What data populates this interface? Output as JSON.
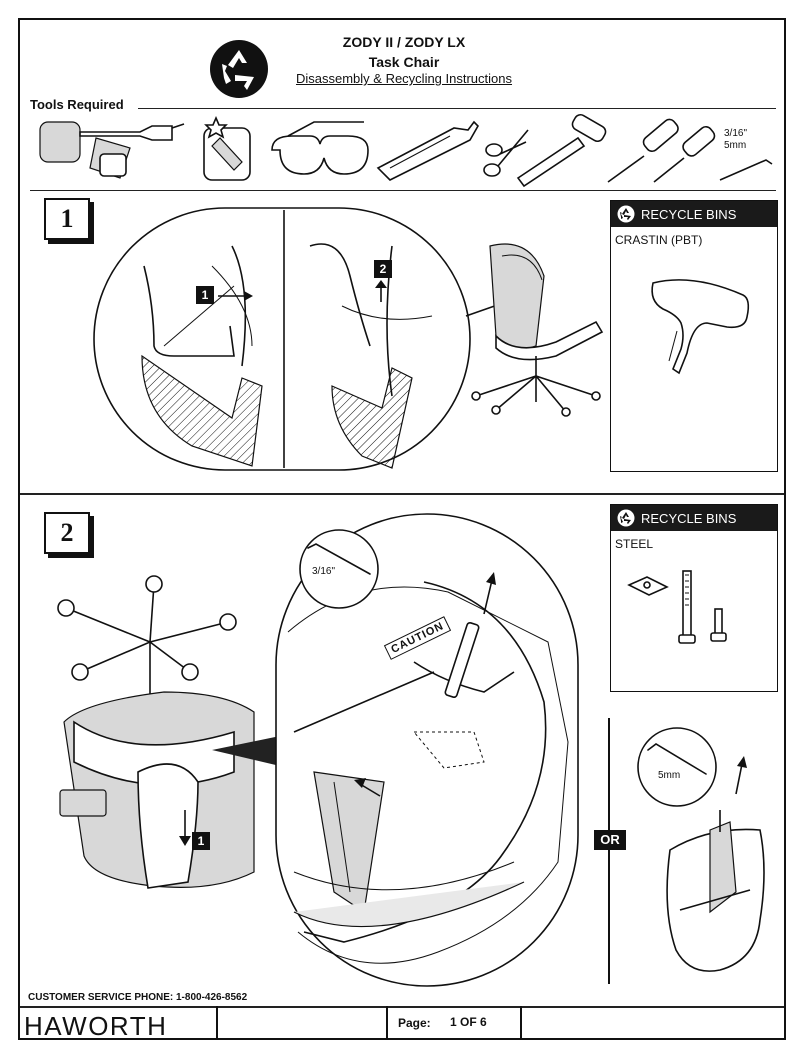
{
  "header": {
    "product": "ZODY II / ZODY LX",
    "subtitle": "Task Chair",
    "instructions_link": "Disassembly & Recycling Instructions"
  },
  "tools": {
    "label": "Tools Required",
    "items": [
      "power-drill-icon",
      "torx-bit-icon",
      "safety-glasses-icon",
      "utility-knife-icon",
      "scissors-icon",
      "hammer-icon",
      "phillips-screwdriver-icon",
      "flat-screwdriver-icon",
      "hex-key-icon"
    ],
    "hex_sizes": [
      "3/16\"",
      "5mm"
    ]
  },
  "step1": {
    "number": "1",
    "callouts": [
      "1",
      "2"
    ],
    "bins": {
      "heading": "RECYCLE BINS",
      "material": "CRASTIN (PBT)"
    }
  },
  "step2": {
    "number": "2",
    "callout": "1",
    "hex_label_a": "3/16\"",
    "hex_label_b": "5mm",
    "caution_label": "CAUTION",
    "or_label": "OR",
    "bins": {
      "heading": "RECYCLE BINS",
      "material": "STEEL"
    }
  },
  "footer": {
    "phone": "CUSTOMER SERVICE PHONE: 1-800-426-8562",
    "brand": "HAWORTH",
    "page_label": "Page:",
    "page_value": "1 OF 6"
  },
  "colors": {
    "ink": "#111111",
    "bin_header": "#1a1a1a",
    "panel": "#ffffff"
  }
}
